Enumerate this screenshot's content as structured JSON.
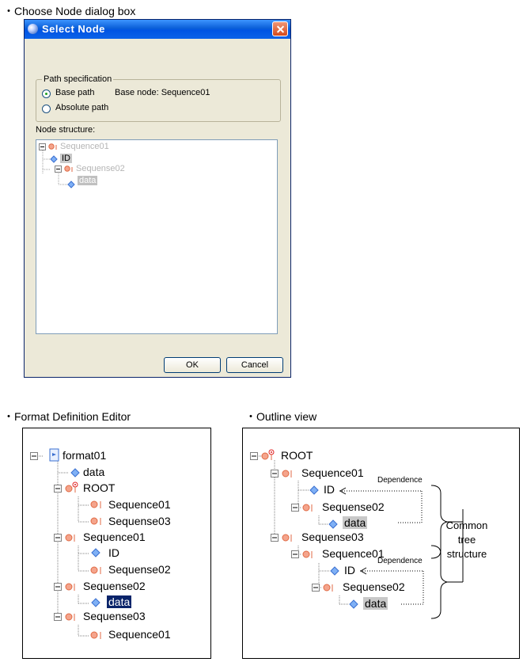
{
  "captions": {
    "dialog": "・Choose Node dialog box",
    "editor": "・Format Definition Editor",
    "outline": "・Outline view"
  },
  "dialog": {
    "title": "Select Node",
    "group_label": "Path specification",
    "base_path": "Base path",
    "base_node": "Base node: Sequence01",
    "absolute_path": "Absolute path",
    "node_structure_label": "Node structure:",
    "tree": [
      "Sequence01",
      "ID",
      "Sequense02",
      "data"
    ],
    "ok": "OK",
    "cancel": "Cancel"
  },
  "editor_tree": [
    "format01",
    "data",
    "ROOT",
    "Sequence01",
    "Sequense03",
    "Sequence01",
    "ID",
    "Sequense02",
    "Sequense02",
    "data",
    "Sequense03",
    "Sequence01"
  ],
  "outline_tree": [
    "ROOT",
    "Sequence01",
    "ID",
    "Sequense02",
    "data",
    "Sequense03",
    "Sequence01",
    "ID",
    "Sequense02",
    "data"
  ],
  "annotations": {
    "dependence_1": "Dependence",
    "dependence_2": "Dependence",
    "common_1": "Common",
    "common_2": "tree",
    "common_3": "structure"
  },
  "icons": [
    "window-icon",
    "close-icon",
    "radio-icon",
    "expand-minus-icon",
    "sequence-node-icon",
    "data-node-icon",
    "root-node-icon",
    "format-file-icon"
  ]
}
